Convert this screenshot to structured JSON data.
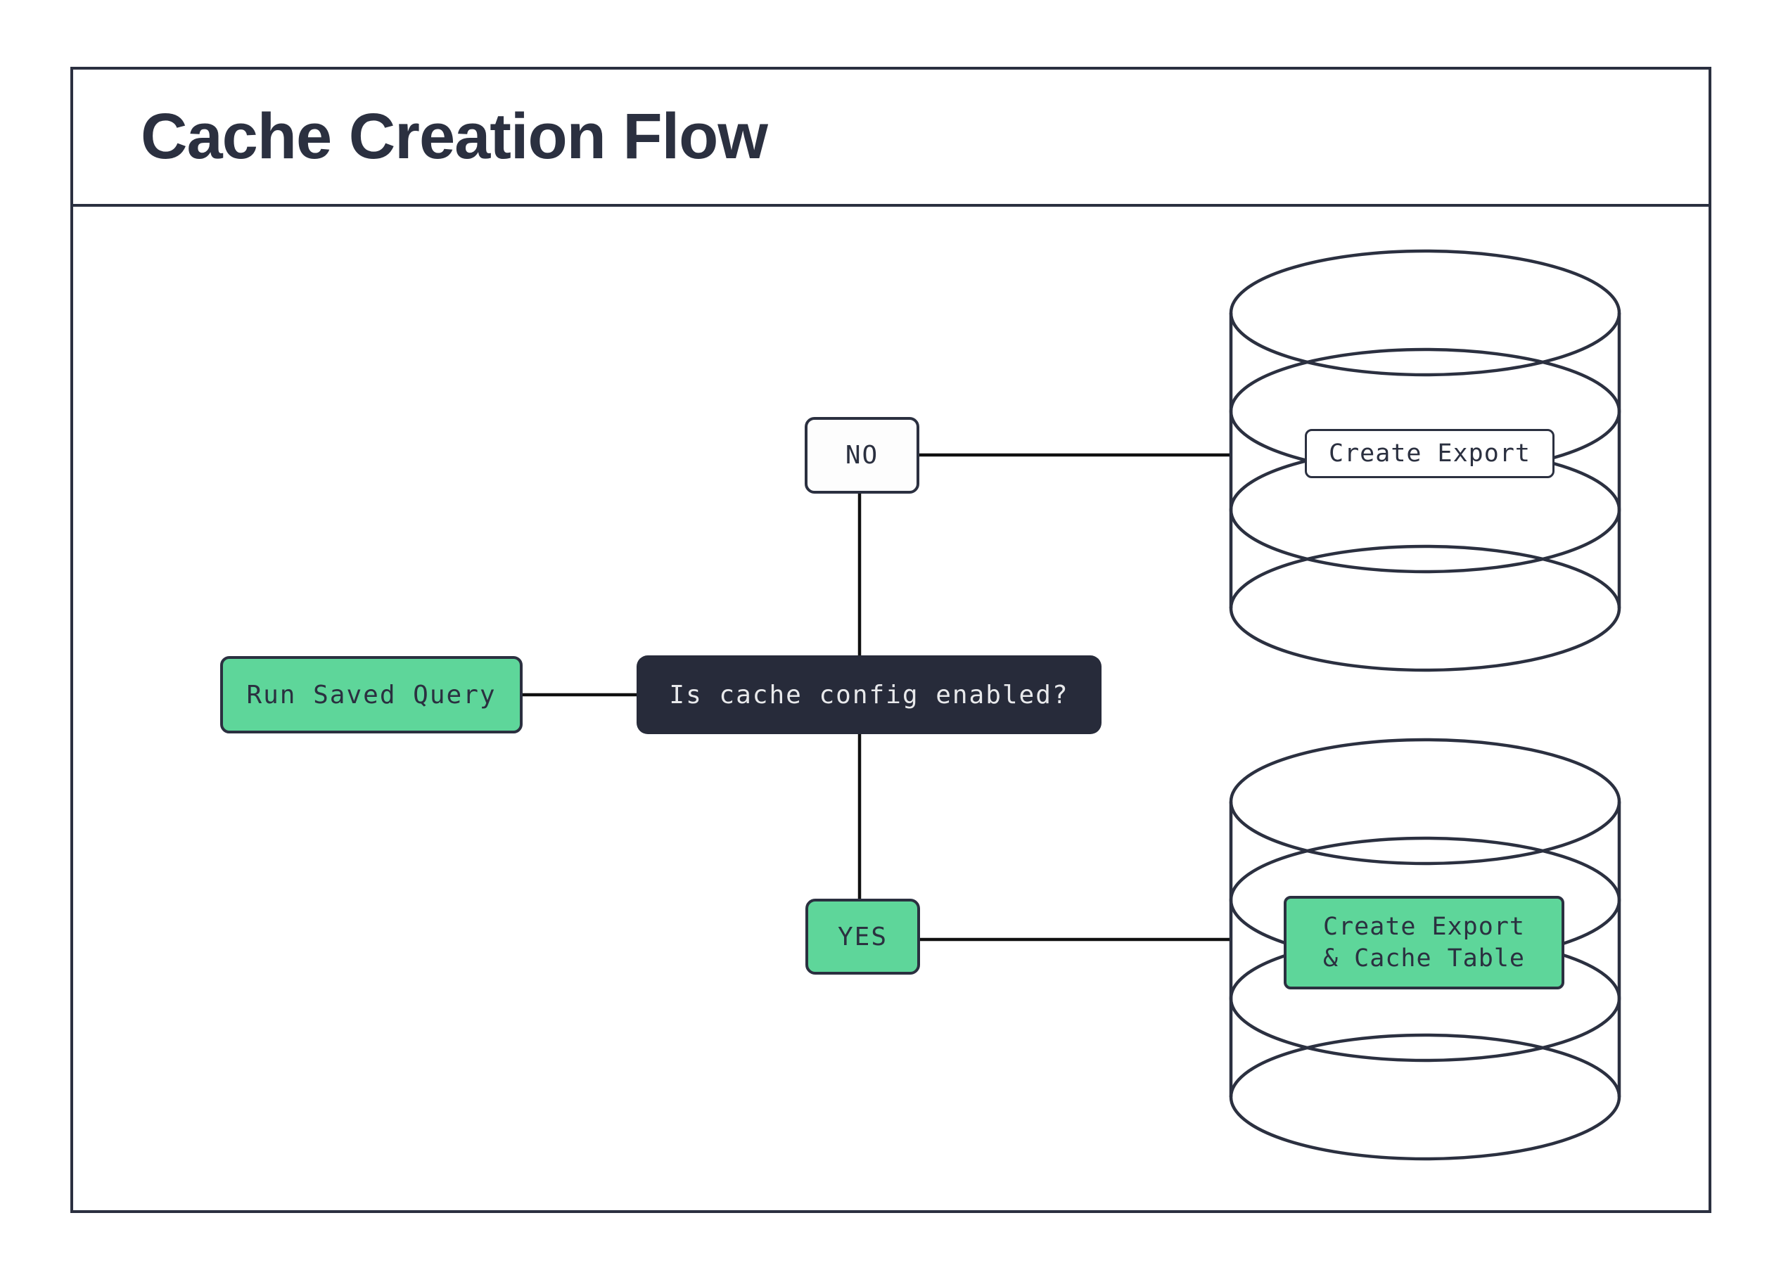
{
  "diagram": {
    "title": "Cache Creation Flow"
  },
  "nodes": {
    "run_saved_query": {
      "label": "Run Saved Query"
    },
    "decision": {
      "label": "Is cache config enabled?"
    },
    "branch_no": {
      "label": "NO"
    },
    "branch_yes": {
      "label": "YES"
    },
    "export_db": {
      "label": "Create Export"
    },
    "export_cache_db": {
      "label_line1": "Create Export",
      "label_line2": "& Cache Table"
    }
  },
  "icons": {
    "export_database": "database-cylinder-icon",
    "export_cache_database": "database-cylinder-icon"
  },
  "colors": {
    "ink_navy": "#2b3040",
    "decision_fill": "#272b3a",
    "mint_green": "#5ed69a",
    "connector_black": "#101010",
    "node_text_light": "#e8e9eb",
    "background": "#ffffff"
  }
}
